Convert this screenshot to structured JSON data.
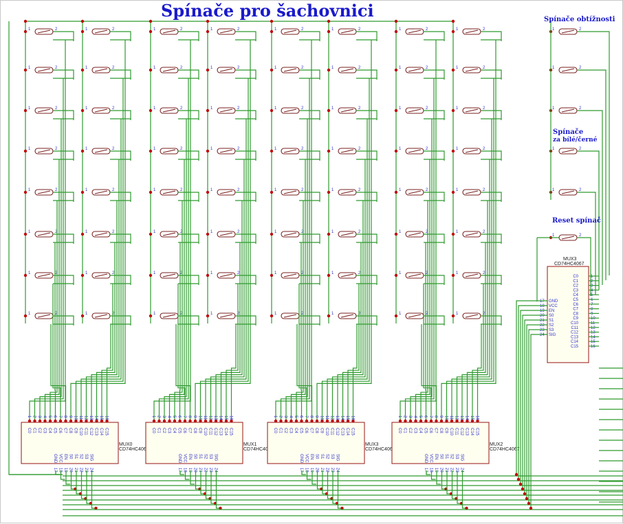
{
  "title": "Spínače pro šachovnici",
  "labels": {
    "difficulty": "Spínače obtížnosti",
    "color_line1": "Spínače",
    "color_line2": "za bílé/černé",
    "reset": "Reset spínač"
  },
  "mux_chips": [
    {
      "ref": "MUX0",
      "part": "CD74HC406"
    },
    {
      "ref": "MUX1",
      "part": "CD74HC40"
    },
    {
      "ref": "MUX3",
      "part": "CD74HC4067"
    },
    {
      "ref": "MUX2",
      "part": "CD74HC4067"
    }
  ],
  "side_mux": {
    "ref": "MUX3",
    "part": "CD74HC4067"
  },
  "channel_pins": [
    "C0",
    "C1",
    "C2",
    "C3",
    "C4",
    "C5",
    "C6",
    "C7",
    "C8",
    "C9",
    "C10",
    "C11",
    "C12",
    "C13",
    "C14",
    "C15"
  ],
  "channel_numbers": [
    "1",
    "2",
    "3",
    "4",
    "5",
    "6",
    "7",
    "8",
    "9",
    "10",
    "11",
    "12",
    "13",
    "14",
    "15",
    "16"
  ],
  "control_pins": [
    "GND",
    "VCC",
    "EN",
    "S0",
    "S1",
    "S2",
    "S3",
    "SIG"
  ],
  "control_numbers": [
    "17",
    "18",
    "19",
    "20",
    "21",
    "22",
    "23",
    "24"
  ],
  "switch_pin_labels": [
    "1",
    "2"
  ],
  "colors": {
    "wire": "#2e9a2e",
    "junction": "#c00000",
    "text": "#1a1acc",
    "body": "#a02828"
  }
}
